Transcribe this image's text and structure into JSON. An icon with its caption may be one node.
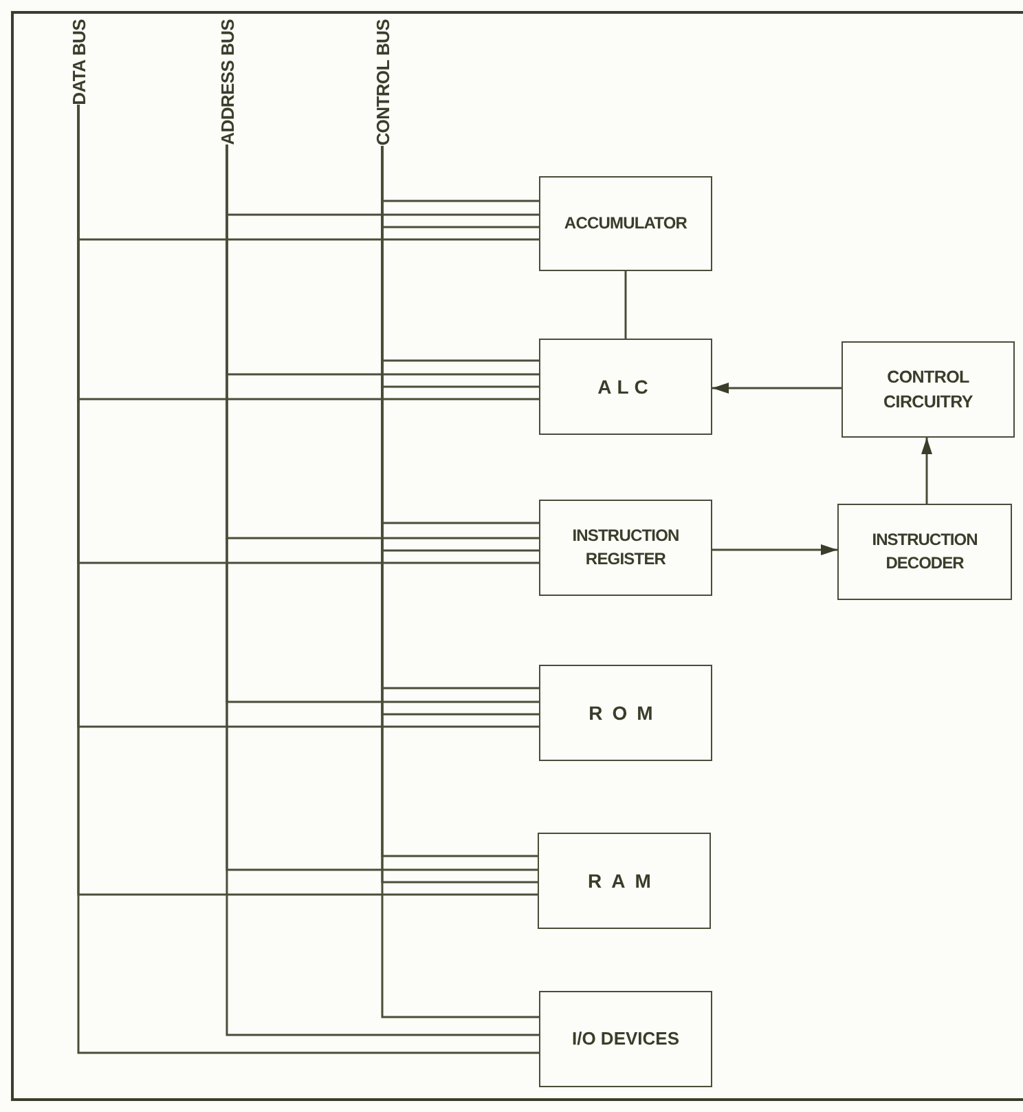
{
  "diagram": {
    "nodes": [
      {
        "text": [
          "DATA BUS"
        ]
      },
      {
        "text": [
          "ADDRESS BUS"
        ]
      },
      {
        "text": [
          "CONTROL BUS"
        ]
      },
      {
        "text": [
          "ACCUMULATOR"
        ]
      },
      {
        "text": [
          "ALC"
        ]
      },
      {
        "text": [
          "CONTROL CIRCUITRY"
        ]
      },
      {
        "text": [
          "INSTRUCTION REGISTER"
        ]
      },
      {
        "text": [
          "INSTRUCTION DECODER"
        ]
      },
      {
        "text": [
          "ROM"
        ]
      },
      {
        "text": [
          "RAM"
        ]
      },
      {
        "text": [
          "I/O DEVICES"
        ]
      }
    ],
    "edges": [
      {
        "from": 2,
        "to": 3,
        "arrow": "none"
      },
      {
        "from": 1,
        "to": 3,
        "arrow": "none"
      },
      {
        "from": 2,
        "to": 3,
        "arrow": "none"
      },
      {
        "from": 0,
        "to": 3,
        "arrow": "none"
      },
      {
        "from": 2,
        "to": 4,
        "arrow": "none"
      },
      {
        "from": 1,
        "to": 4,
        "arrow": "none"
      },
      {
        "from": 2,
        "to": 4,
        "arrow": "none"
      },
      {
        "from": 0,
        "to": 4,
        "arrow": "none"
      },
      {
        "from": 2,
        "to": 6,
        "arrow": "none"
      },
      {
        "from": 1,
        "to": 6,
        "arrow": "none"
      },
      {
        "from": 2,
        "to": 6,
        "arrow": "none"
      },
      {
        "from": 0,
        "to": 6,
        "arrow": "none"
      },
      {
        "from": 2,
        "to": 8,
        "arrow": "none"
      },
      {
        "from": 1,
        "to": 8,
        "arrow": "none"
      },
      {
        "from": 2,
        "to": 8,
        "arrow": "none"
      },
      {
        "from": 0,
        "to": 8,
        "arrow": "none"
      },
      {
        "from": 2,
        "to": 9,
        "arrow": "none"
      },
      {
        "from": 1,
        "to": 9,
        "arrow": "none"
      },
      {
        "from": 2,
        "to": 9,
        "arrow": "none"
      },
      {
        "from": 0,
        "to": 9,
        "arrow": "none"
      },
      {
        "from": 2,
        "to": 10,
        "arrow": "none"
      },
      {
        "from": 1,
        "to": 10,
        "arrow": "none"
      },
      {
        "from": 0,
        "to": 10,
        "arrow": "none"
      },
      {
        "from": 3,
        "to": 4,
        "arrow": "none"
      },
      {
        "from": 5,
        "to": 4,
        "arrow": "to"
      },
      {
        "from": 6,
        "to": 7,
        "arrow": "to"
      },
      {
        "from": 7,
        "to": 5,
        "arrow": "to"
      }
    ]
  }
}
